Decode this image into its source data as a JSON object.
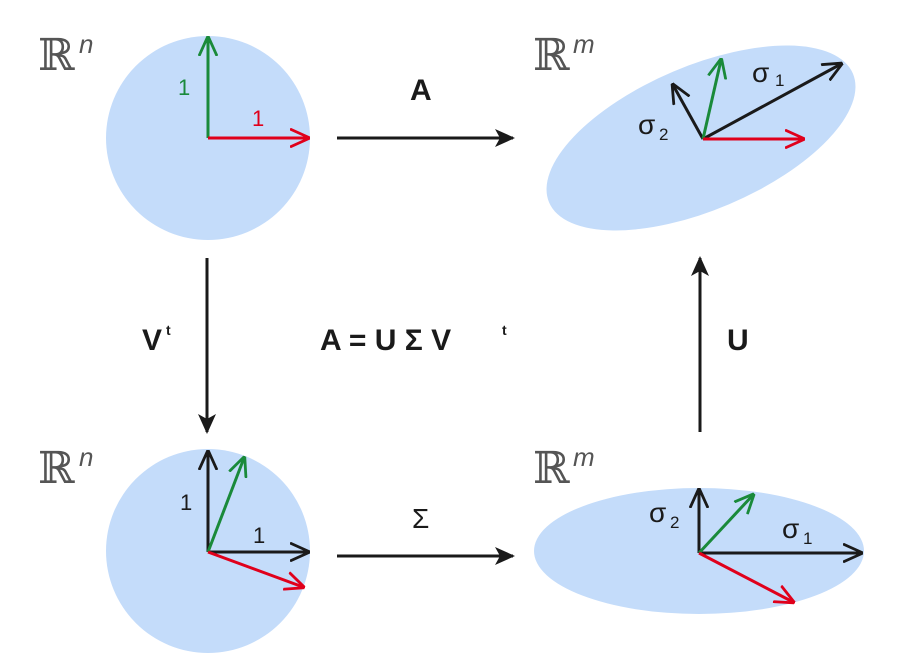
{
  "colors": {
    "shape_fill": "#c4dcfa",
    "red": "#e0001b",
    "green": "#1a8a3a",
    "black": "#1a1a1a"
  },
  "labels": {
    "top_left_space": "ℝ",
    "top_left_exp": "n",
    "top_right_space": "ℝ",
    "top_right_exp": "m",
    "bottom_left_space": "ℝ",
    "bottom_left_exp": "n",
    "bottom_right_space": "ℝ",
    "bottom_right_exp": "m",
    "top_arrow": "A",
    "left_arrow_main": "V",
    "left_arrow_sup": "t",
    "right_arrow": "U",
    "bottom_arrow": "Σ",
    "equation_main": "A = U Σ V",
    "equation_sup": "t",
    "tl_green_one": "1",
    "tl_red_one": "1",
    "bl_one_vertical": "1",
    "bl_one_horizontal": "1",
    "br_sigma2": "σ",
    "br_sigma2_sub": "2",
    "br_sigma1": "σ",
    "br_sigma1_sub": "1",
    "tr_sigma2": "σ",
    "tr_sigma2_sub": "2",
    "tr_sigma1": "σ",
    "tr_sigma1_sub": "1"
  }
}
